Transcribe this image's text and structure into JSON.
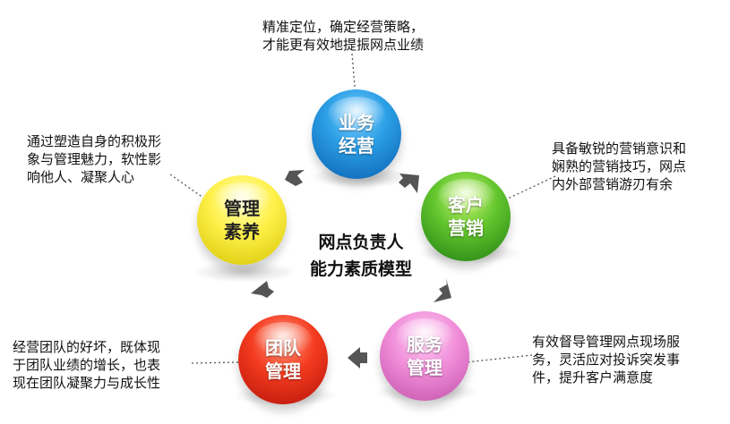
{
  "center_title": [
    "网点负责人",
    "能力素质模型"
  ],
  "nodes": {
    "business": {
      "label": [
        "业务",
        "经营"
      ],
      "color": "#2b9fe6"
    },
    "customer": {
      "label": [
        "客户",
        "营销"
      ],
      "color": "#62c52d"
    },
    "service": {
      "label": [
        "服务",
        "管理"
      ],
      "color": "#f18fda"
    },
    "team": {
      "label": [
        "团队",
        "管理"
      ],
      "color": "#f43b1f"
    },
    "management": {
      "label": [
        "管理",
        "素养"
      ],
      "color": "#fff04a"
    }
  },
  "descriptions": {
    "business": [
      "精准定位，确定经营策略，",
      "才能更有效地提振网点业绩"
    ],
    "customer": [
      "具备敏锐的营销意识和",
      "娴熟的营销技巧，网点",
      "内外部营销游刃有余"
    ],
    "service": [
      "有效督导管理网点现场服",
      "务，灵活应对投诉突发事",
      "件，提升客户满意度"
    ],
    "team": [
      "经营团队的好坏，既体现",
      "于团队业绩的增长，也表",
      "现在团队凝聚力与成长性"
    ],
    "management": [
      "通过塑造自身的积极形",
      "象与管理魅力，软性影",
      "响他人、凝聚人心"
    ]
  },
  "arrow_icon": "chevron-arrow-icon",
  "arrow_color": "#555555"
}
